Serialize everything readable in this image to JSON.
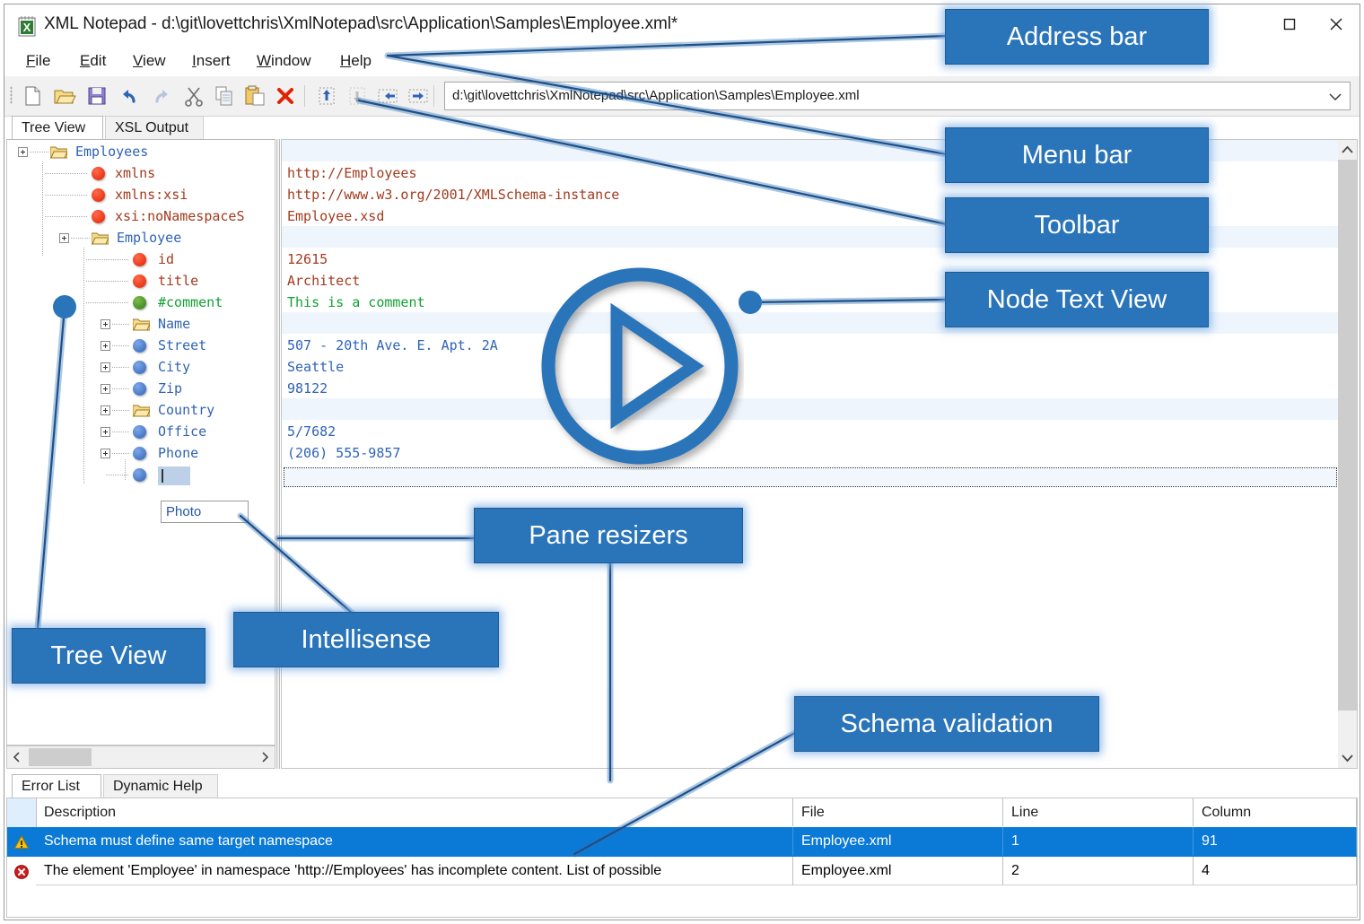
{
  "window": {
    "title": "XML Notepad - d:\\git\\lovettchris\\XmlNotepad\\src\\Application\\Samples\\Employee.xml*",
    "app_icon": "xml-notepad-icon",
    "maximize_label": "Maximize",
    "close_label": "Close"
  },
  "menu": {
    "items": [
      {
        "label": "File",
        "accel": "F"
      },
      {
        "label": "Edit",
        "accel": "E"
      },
      {
        "label": "View",
        "accel": "V"
      },
      {
        "label": "Insert",
        "accel": "I"
      },
      {
        "label": "Window",
        "accel": "W"
      },
      {
        "label": "Help",
        "accel": "H"
      }
    ]
  },
  "toolbar": {
    "buttons": [
      "new-icon",
      "open-icon",
      "save-icon",
      "undo-icon",
      "redo-icon",
      "cut-icon",
      "copy-icon",
      "paste-icon",
      "delete-icon",
      "move-up-icon",
      "move-down-icon",
      "promote-icon",
      "demote-icon"
    ]
  },
  "address": {
    "value": "d:\\git\\lovettchris\\XmlNotepad\\src\\Application\\Samples\\Employee.xml",
    "dropdown_icon": "chevron-down-icon"
  },
  "main_tabs": [
    {
      "label": "Tree View",
      "active": true
    },
    {
      "label": "XSL Output",
      "active": false
    }
  ],
  "tree": {
    "nodes": [
      {
        "label": "Employees",
        "icon": "folder-icon",
        "depth": 0,
        "expander": "minus",
        "color": "#2f63b5"
      },
      {
        "label": "xmlns",
        "icon": "attribute-bullet",
        "depth": 1,
        "expander": "none",
        "color": "#a33a1e"
      },
      {
        "label": "xmlns:xsi",
        "icon": "attribute-bullet",
        "depth": 1,
        "expander": "none",
        "color": "#a33a1e"
      },
      {
        "label": "xsi:noNamespaceS",
        "icon": "attribute-bullet",
        "depth": 1,
        "expander": "none",
        "color": "#a33a1e"
      },
      {
        "label": "Employee",
        "icon": "folder-icon",
        "depth": 1,
        "expander": "minus",
        "color": "#2f63b5"
      },
      {
        "label": "id",
        "icon": "attribute-bullet",
        "depth": 2,
        "expander": "none",
        "color": "#a33a1e"
      },
      {
        "label": "title",
        "icon": "attribute-bullet",
        "depth": 2,
        "expander": "none",
        "color": "#a33a1e"
      },
      {
        "label": "#comment",
        "icon": "comment-bullet",
        "depth": 2,
        "expander": "none",
        "color": "#12a033"
      },
      {
        "label": "Name",
        "icon": "folder-icon",
        "depth": 2,
        "expander": "plus",
        "color": "#2f63b5"
      },
      {
        "label": "Street",
        "icon": "element-bullet",
        "depth": 2,
        "expander": "plus",
        "color": "#2f63b5"
      },
      {
        "label": "City",
        "icon": "element-bullet",
        "depth": 2,
        "expander": "plus",
        "color": "#2f63b5"
      },
      {
        "label": "Zip",
        "icon": "element-bullet",
        "depth": 2,
        "expander": "plus",
        "color": "#2f63b5"
      },
      {
        "label": "Country",
        "icon": "folder-icon",
        "depth": 2,
        "expander": "plus",
        "color": "#2f63b5"
      },
      {
        "label": "Office",
        "icon": "element-bullet",
        "depth": 2,
        "expander": "plus",
        "color": "#2f63b5"
      },
      {
        "label": "Phone",
        "icon": "element-bullet",
        "depth": 2,
        "expander": "plus",
        "color": "#2f63b5"
      },
      {
        "label": "",
        "icon": "element-bullet",
        "depth": 2,
        "expander": "none",
        "color": "#2f63b5",
        "editing": true
      }
    ],
    "intellisense": {
      "value": "Photo"
    },
    "hscroll": {
      "left_arrow": "chevron-left-icon",
      "right_arrow": "chevron-right-icon"
    }
  },
  "node_text": {
    "lines": [
      {
        "text": "http://Employees",
        "kind": "url"
      },
      {
        "text": "http://www.w3.org/2001/XMLSchema-instance",
        "kind": "url"
      },
      {
        "text": "Employee.xsd",
        "kind": "url"
      },
      {
        "text": "12615",
        "kind": "val"
      },
      {
        "text": "Architect",
        "kind": "val"
      },
      {
        "text": "This is a comment",
        "kind": "comment"
      },
      {
        "text": "507 - 20th Ave. E. Apt. 2A",
        "kind": "txt"
      },
      {
        "text": "Seattle",
        "kind": "txt"
      },
      {
        "text": "98122",
        "kind": "txt"
      },
      {
        "text": "5/7682",
        "kind": "txt"
      },
      {
        "text": "(206) 555-9857",
        "kind": "txt"
      }
    ],
    "scroll_up_icon": "chevron-up-icon",
    "scroll_down_icon": "chevron-down-icon"
  },
  "error_tabs": [
    {
      "label": "Error List",
      "active": true
    },
    {
      "label": "Dynamic Help",
      "active": false
    }
  ],
  "error_grid": {
    "columns": [
      "Description",
      "File",
      "Line",
      "Column"
    ],
    "rows": [
      {
        "severity": "warning-icon",
        "description": "Schema must define same target namespace",
        "file": "Employee.xml",
        "line": "1",
        "column": "91",
        "selected": true
      },
      {
        "severity": "error-icon",
        "description": "The element 'Employee' in namespace 'http://Employees' has incomplete content. List of possible",
        "file": "Employee.xml",
        "line": "2",
        "column": "4",
        "selected": false
      }
    ]
  },
  "annotations": {
    "play_button": "play-video-icon",
    "callouts": [
      {
        "label": "Address bar"
      },
      {
        "label": "Menu bar"
      },
      {
        "label": "Toolbar"
      },
      {
        "label": "Node Text View"
      },
      {
        "label": "Pane resizers"
      },
      {
        "label": "Intellisense"
      },
      {
        "label": "Tree View"
      },
      {
        "label": "Schema validation"
      }
    ]
  },
  "colors": {
    "accent": "#2a74ba",
    "selection": "#0b7ad6",
    "stripe": "#eef5fd",
    "attribute": "#a33a1e",
    "element": "#2f63b5",
    "comment": "#12a033"
  }
}
